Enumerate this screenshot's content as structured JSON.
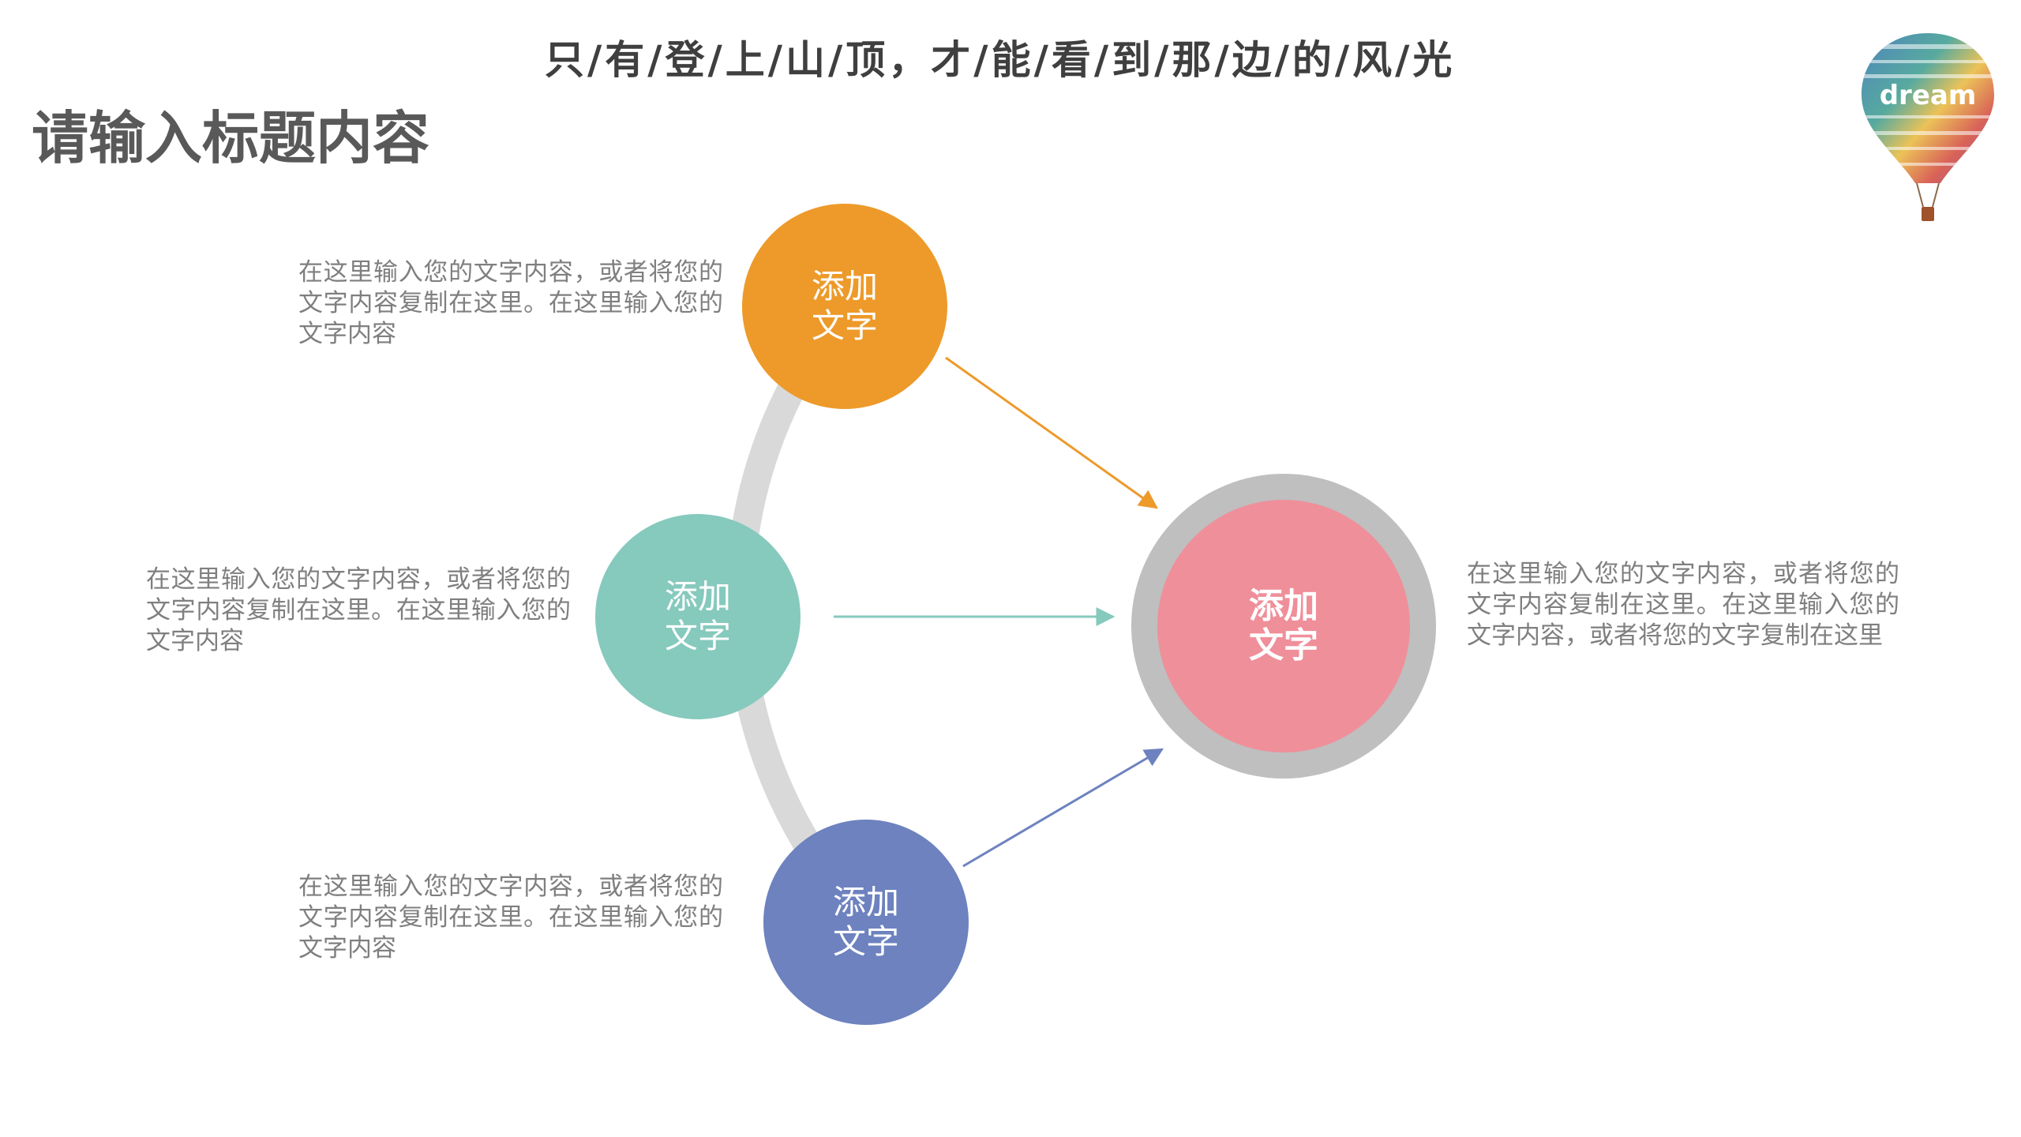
{
  "header": {
    "motto": "只/有/登/上/山/顶，才/能/看/到/那/边/的/风/光",
    "page_title": "请输入标题内容"
  },
  "nodes": {
    "top": {
      "line1": "添加",
      "line2": "文字",
      "color": "#ED9A2A"
    },
    "middle": {
      "line1": "添加",
      "line2": "文字",
      "color": "#86C9BD"
    },
    "bottom": {
      "line1": "添加",
      "line2": "文字",
      "color": "#6D82BF"
    },
    "center": {
      "line1": "添加",
      "line2": "文字",
      "color": "#EF8F9A",
      "ring_color": "#BFBFBF"
    }
  },
  "descriptions": {
    "top": "在这里输入您的文字内容，或者将您的文字内容复制在这里。在这里输入您的文字内容",
    "middle": "在这里输入您的文字内容，或者将您的文字内容复制在这里。在这里输入您的文字内容",
    "bottom": "在这里输入您的文字内容，或者将您的文字内容复制在这里。在这里输入您的文字内容",
    "center": "在这里输入您的文字内容，或者将您的文字内容复制在这里。在这里输入您的文字内容，或者将您的文字复制在这里"
  },
  "logo": {
    "word": "dream"
  },
  "colors": {
    "arc": "#D9D9D9",
    "text_gray": "#7F7F7F",
    "title_gray": "#595959"
  }
}
